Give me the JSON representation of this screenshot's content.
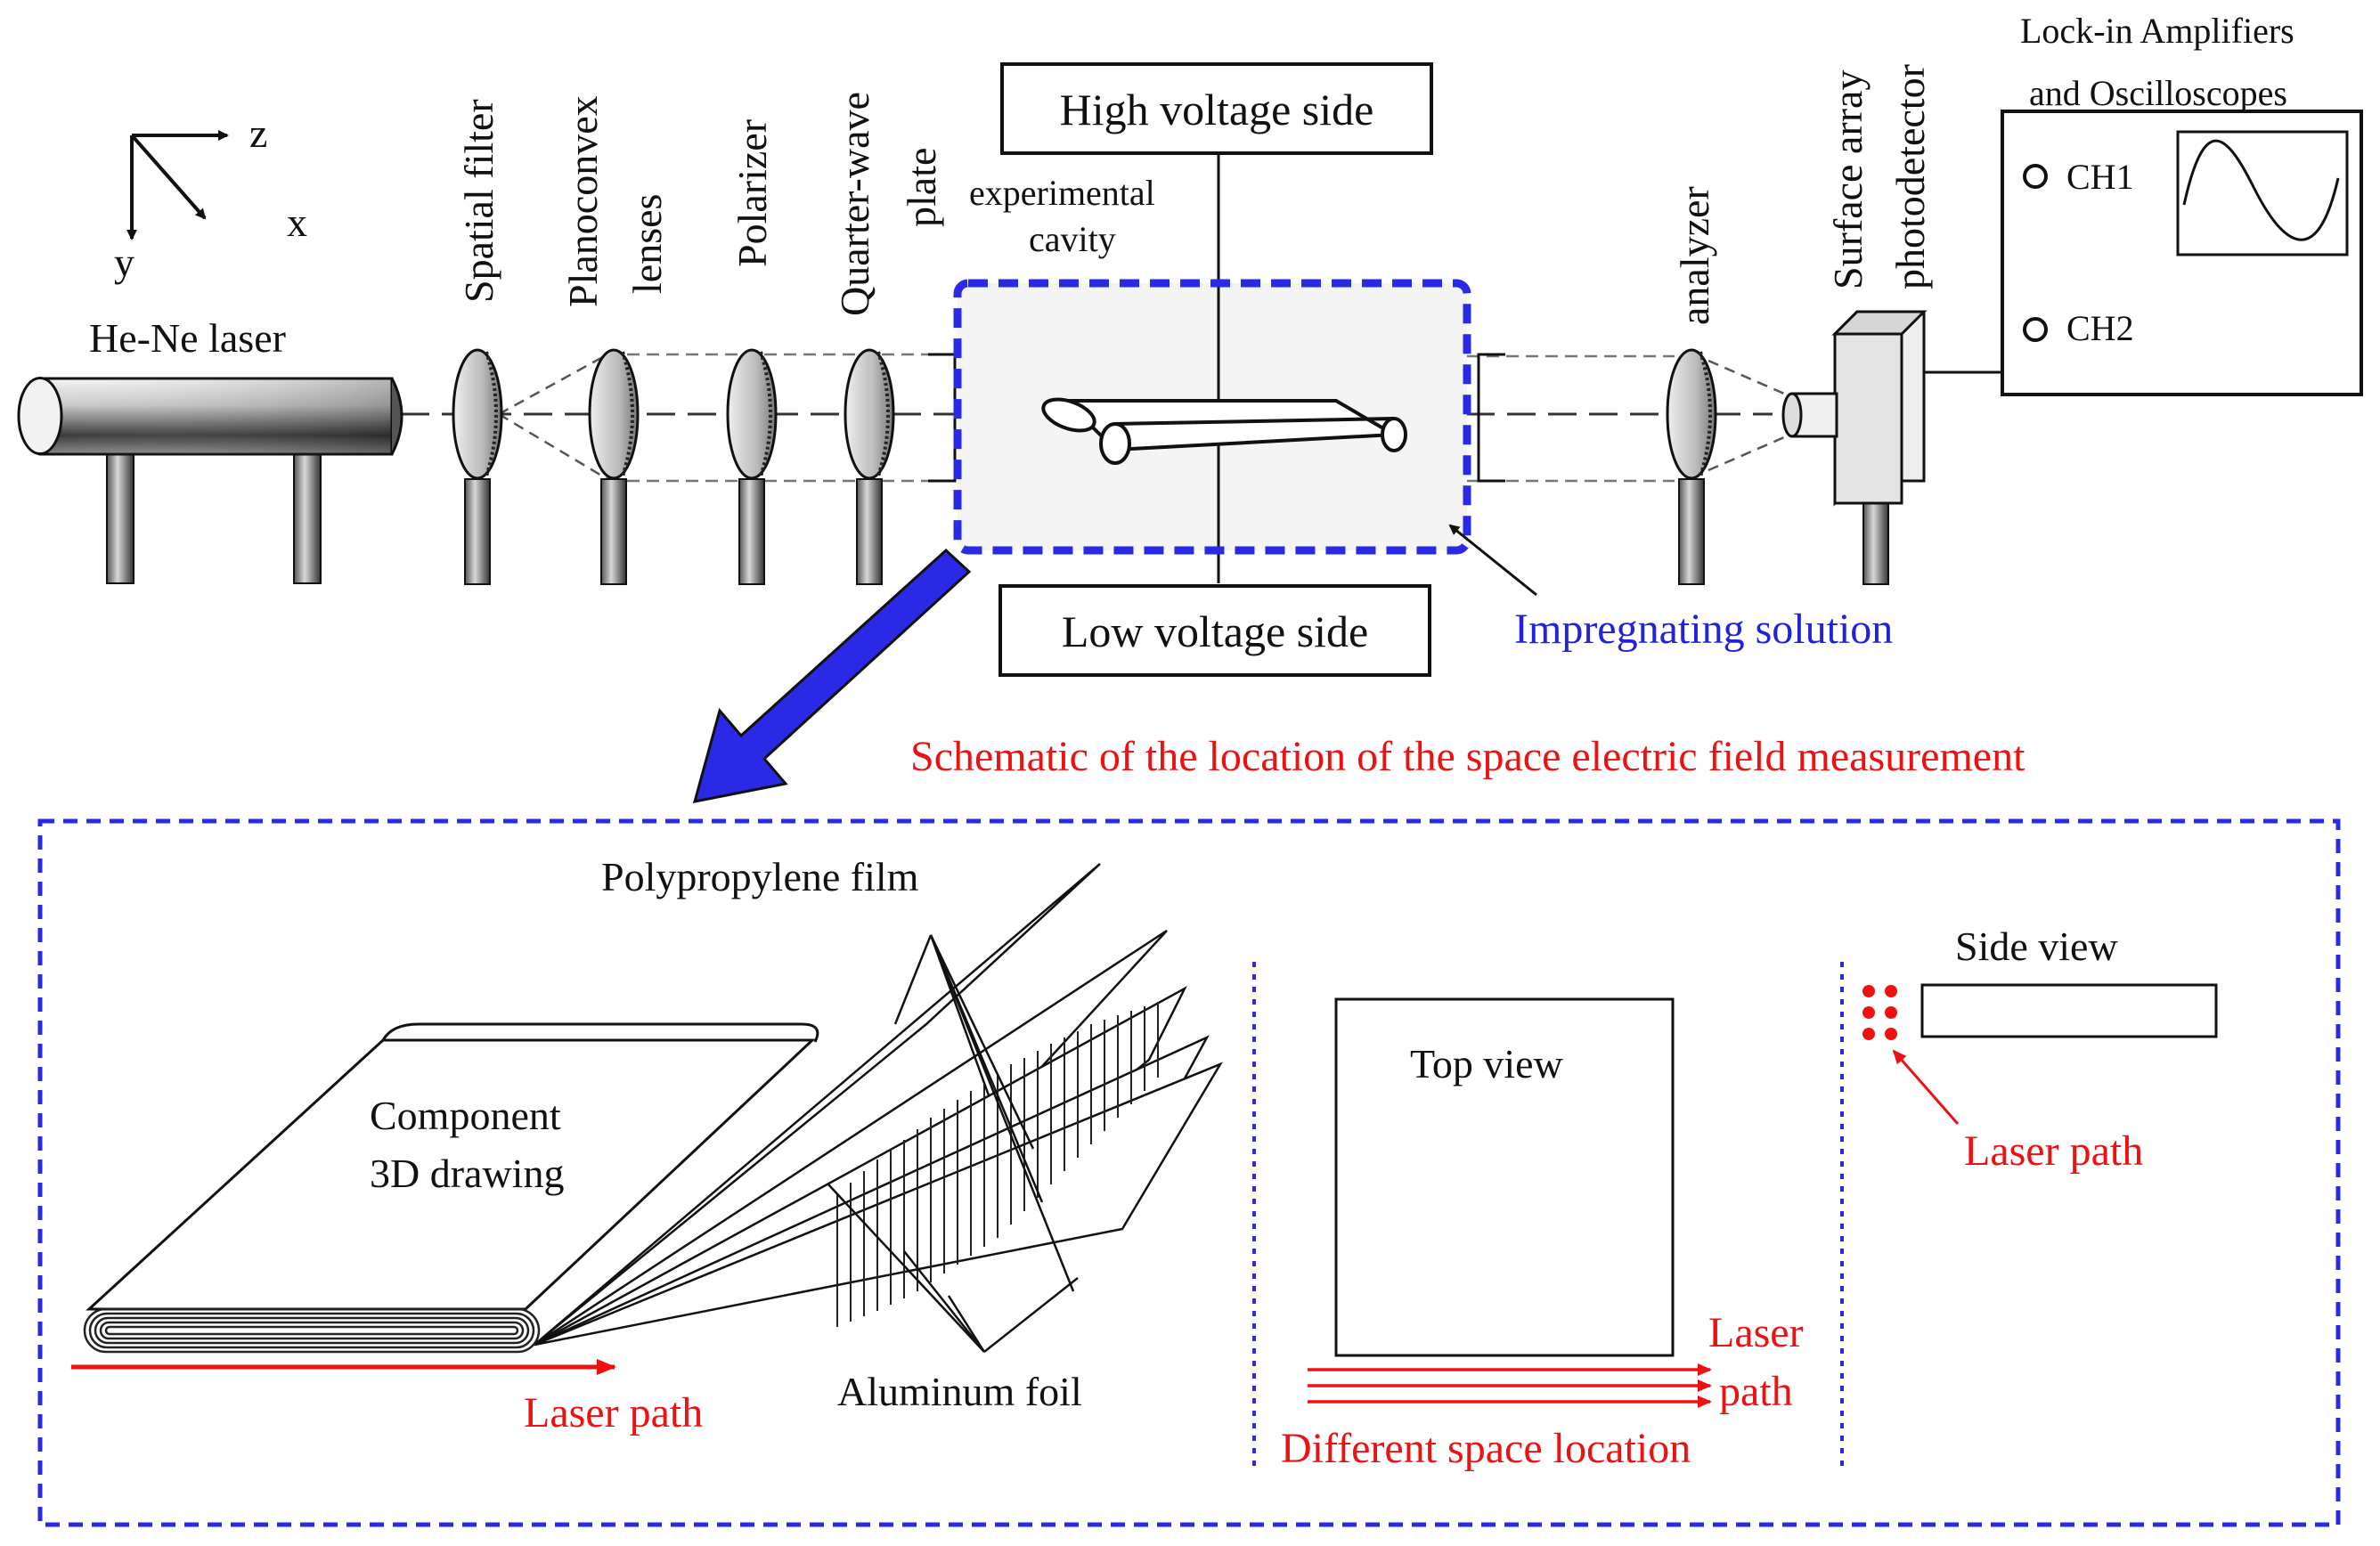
{
  "setup": {
    "axes": {
      "z": "z",
      "x": "x",
      "y": "y"
    },
    "laser_label": "He-Ne laser",
    "components": [
      {
        "name": "spatial-filter",
        "lines": [
          "Spatial filter"
        ]
      },
      {
        "name": "planoconvex-lenses",
        "lines": [
          "Planoconvex",
          "lenses"
        ]
      },
      {
        "name": "polarizer",
        "lines": [
          "Polarizer"
        ]
      },
      {
        "name": "quarter-wave-plate",
        "lines": [
          "Quarter-wave",
          "plate"
        ]
      },
      {
        "name": "analyzer",
        "lines": [
          "analyzer"
        ]
      },
      {
        "name": "surface-array-photodetector",
        "lines": [
          "Surface array",
          "photodetector"
        ]
      }
    ],
    "cavity_label": [
      "experimental",
      "cavity"
    ],
    "high_voltage_label": "High voltage side",
    "low_voltage_label": "Low voltage side",
    "impregnating_label": "Impregnating solution",
    "lockin_title": [
      "Lock-in Amplifiers",
      "and Oscilloscopes"
    ],
    "ch1_label": "CH1",
    "ch2_label": "CH2"
  },
  "schematic": {
    "title": "Schematic of the location of the space electric field measurement",
    "component_label": [
      "Component",
      "3D drawing"
    ],
    "polypropylene_label": "Polypropylene film",
    "aluminum_label": "Aluminum foil",
    "laser_path_label": "Laser path",
    "top_view_label": "Top view",
    "top_laser_label": [
      "Laser",
      "path"
    ],
    "different_location_label": "Different space location",
    "side_view_label": "Side view",
    "side_laser_label": "Laser path"
  },
  "colors": {
    "blue_dashed": "#2a2ae6",
    "red_annotation": "#ee1111",
    "blue_annotation": "#2222dd"
  }
}
